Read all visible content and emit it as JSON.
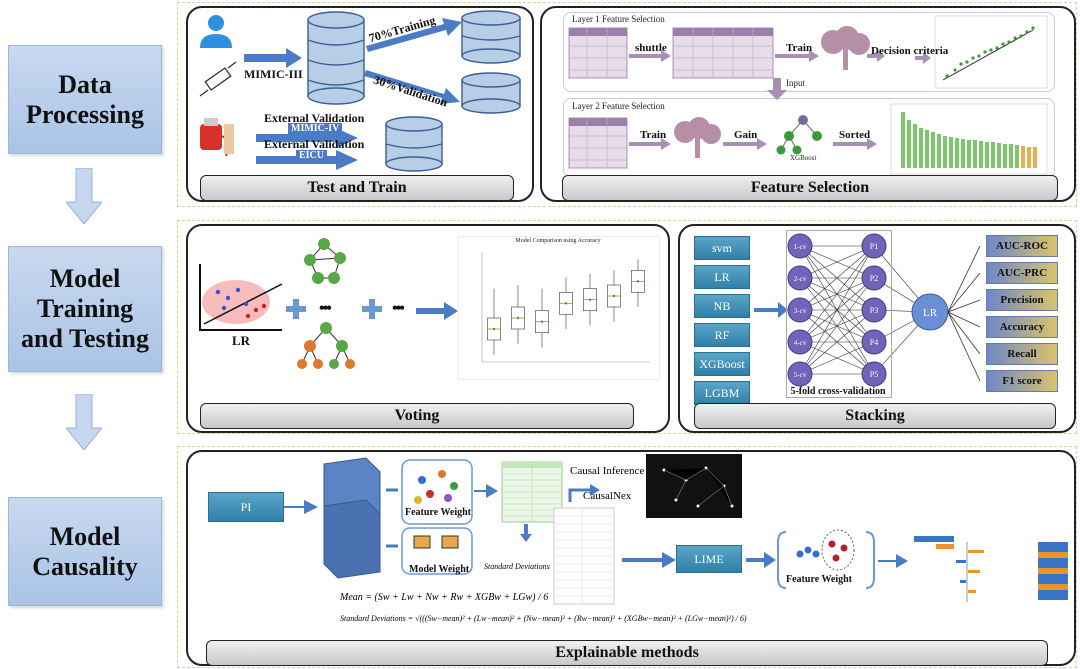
{
  "stages": [
    {
      "label": "Data\nProcessing"
    },
    {
      "label": "Model\nTraining\nand Testing"
    },
    {
      "label": "Model\nCausality"
    }
  ],
  "data_processing": {
    "caption_test_train": "Test and Train",
    "mimic3": "MIMIC-III",
    "training_split": "70%Training",
    "validation_split": "30%Validation",
    "external_validation_1": "External Validation",
    "mimic4": "MIMIC-IV",
    "external_validation_2": "External Validation",
    "eicu": "EICU",
    "caption_feature_selection": "Feature Selection",
    "layer1_title": "Layer 1 Feature Selection",
    "layer2_title": "Layer 2 Feature Selection",
    "shuffle": "shuttle",
    "train1": "Train",
    "decision_criteria": "Decision criteria",
    "input": "Input",
    "train2": "Train",
    "gain": "Gain",
    "sorted": "Sorted",
    "xgboost_node": "XGBoost"
  },
  "training": {
    "caption_voting": "Voting",
    "caption_stacking": "Stacking",
    "lr_label": "LR",
    "dots1": "•••",
    "dots2": "•••",
    "chart_title": "Model Comparison using Accuracy",
    "base_models": [
      "svm",
      "LR",
      "NB",
      "RF",
      "XGBoost",
      "LGBM"
    ],
    "cv_nodes": [
      "1-cv",
      "2-cv",
      "3-cv",
      "4-cv",
      "5-cv"
    ],
    "p_nodes": [
      "P1",
      "P2",
      "P3",
      "P4",
      "P5"
    ],
    "meta_model": "LR",
    "cv_caption": "5-fold cross-validation",
    "metrics": [
      "AUC-ROC",
      "AUC-PRC",
      "Precision",
      "Accuracy",
      "Recall",
      "F1 score"
    ]
  },
  "causality": {
    "caption": "Explainable methods",
    "pi": "PI",
    "feature_weight": "Feature Weight",
    "model_weight": "Model Weight",
    "causal_inference": "Causal Inference",
    "causalnex": "CausalNex",
    "lime": "LIME",
    "feature_weight_2": "Feature Weight",
    "standard_deviations": "Standard Deviations",
    "mean_formula": "Mean = (Sw + Lw + Nw + Rw + XGBw + LGw) / 6",
    "sd_formula": "Standard Deviations = √(((Sw−mean)² + (Lw−mean)² + (Nw−mean)² + (Rw−mean)² + (XGBw−mean)² + (LGw−mean)²) / 6)"
  },
  "chart_data": {
    "type": "box",
    "title": "Model Comparison using Accuracy",
    "categories": [
      "",
      "",
      "",
      "",
      "",
      "",
      ""
    ],
    "series": [
      {
        "values": [
          {
            "min": 0.6,
            "q1": 0.64,
            "median": 0.67,
            "q3": 0.7,
            "max": 0.78
          },
          {
            "min": 0.63,
            "q1": 0.67,
            "median": 0.7,
            "q3": 0.73,
            "max": 0.79
          },
          {
            "min": 0.62,
            "q1": 0.66,
            "median": 0.69,
            "q3": 0.72,
            "max": 0.78
          },
          {
            "min": 0.67,
            "q1": 0.71,
            "median": 0.74,
            "q3": 0.77,
            "max": 0.81
          },
          {
            "min": 0.68,
            "q1": 0.72,
            "median": 0.75,
            "q3": 0.78,
            "max": 0.82
          },
          {
            "min": 0.69,
            "q1": 0.73,
            "median": 0.76,
            "q3": 0.79,
            "max": 0.83
          },
          {
            "min": 0.73,
            "q1": 0.77,
            "median": 0.8,
            "q3": 0.83,
            "max": 0.86
          }
        ]
      }
    ],
    "ylim": [
      0.58,
      0.88
    ]
  },
  "colors": {
    "stage_blue": "#aac3e6",
    "arrow_blue": "#4a7bc4",
    "teal": "#2f7fa8",
    "purple": "#a98fb5"
  }
}
